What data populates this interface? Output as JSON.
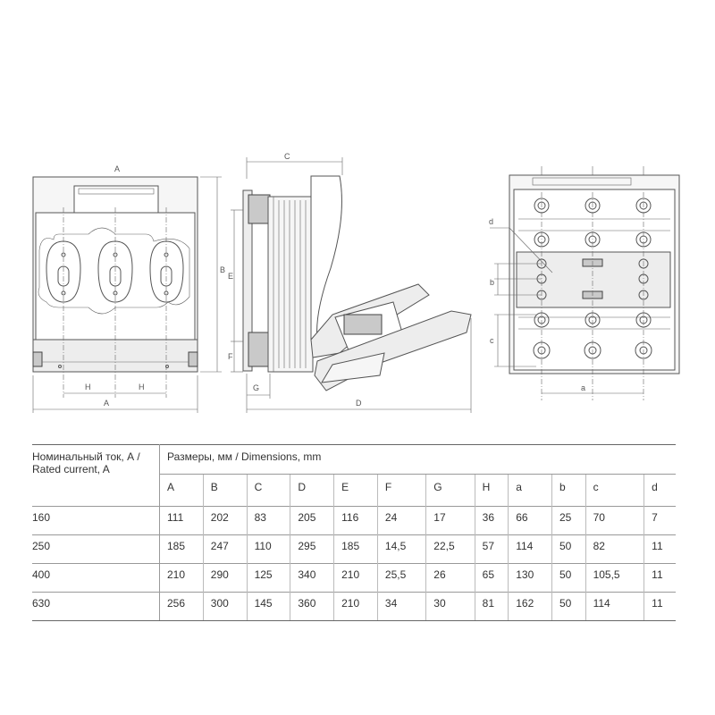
{
  "drawing": {
    "dim_labels": {
      "A": "A",
      "B": "B",
      "C": "C",
      "D": "D",
      "E": "E",
      "F": "F",
      "G": "G",
      "H": "H",
      "a": "a",
      "b": "b",
      "c": "c",
      "d": "d"
    }
  },
  "table": {
    "rated_current_header": "Номинальный ток, А / Rated current, A",
    "dimensions_header": "Размеры, мм / Dimensions, mm",
    "columns": [
      "A",
      "B",
      "C",
      "D",
      "E",
      "F",
      "G",
      "H",
      "a",
      "b",
      "c",
      "d"
    ],
    "rows": [
      {
        "current": "160",
        "values": [
          "111",
          "202",
          "83",
          "205",
          "116",
          "24",
          "17",
          "36",
          "66",
          "25",
          "70",
          "7"
        ]
      },
      {
        "current": "250",
        "values": [
          "185",
          "247",
          "110",
          "295",
          "185",
          "14,5",
          "22,5",
          "57",
          "114",
          "50",
          "82",
          "11"
        ]
      },
      {
        "current": "400",
        "values": [
          "210",
          "290",
          "125",
          "340",
          "210",
          "25,5",
          "26",
          "65",
          "130",
          "50",
          "105,5",
          "11"
        ]
      },
      {
        "current": "630",
        "values": [
          "256",
          "300",
          "145",
          "360",
          "210",
          "34",
          "30",
          "81",
          "162",
          "50",
          "114",
          "11"
        ]
      }
    ]
  }
}
